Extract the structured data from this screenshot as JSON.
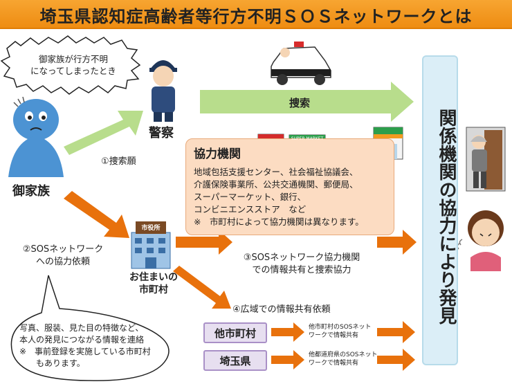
{
  "title": "埼玉県認知症高齢者等行方不明ＳＯＳネットワークとは",
  "family_bubble": "御家族が行方不明\nになってしまったとき",
  "family_label": "御家族",
  "police_label": "警察",
  "step1_label": "①捜索願",
  "search_label": "捜索",
  "coop": {
    "title": "協力機関",
    "body": "地域包括支援センター、社会福祉協議会、\n介護保険事業所、公共交通機関、郵便局、\nスーパーマーケット、銀行、\nコンビニエンスストア　など\n※　市町村によって協力機関は異なります。"
  },
  "right_panel_text": "関係機関の協力により発見",
  "step2_label": "②SOSネットワーク\nへの協力依頼",
  "city_label": "お住まいの\n市町村",
  "step3_label": "③SOSネットワーク協力機関\nでの情報共有と捜索協力",
  "step4_label": "④広域での情報共有依頼",
  "other_city_box": "他市町村",
  "other_city_note": "他市町村のSOSネット\nワークで情報共有",
  "pref_box": "埼玉県",
  "pref_note": "他都道府県のSOSネット\nワークで情報共有",
  "note_bubble": "写真、服装、見た目の特徴など、\n本人の発見につながる情報を連絡\n※　事前登録を実施している市町村\n　　もあります。",
  "building_sign": "市役所",
  "store_sign": "SUPER MARKET",
  "colors": {
    "title_bg": "#f29a20",
    "orange_arrow": "#e8710c",
    "green_arrow": "#b8dd8c",
    "panel_bg": "#dbeef7",
    "coop_bg": "#fcdcc2",
    "pref_box_bg": "#e7dff0"
  }
}
